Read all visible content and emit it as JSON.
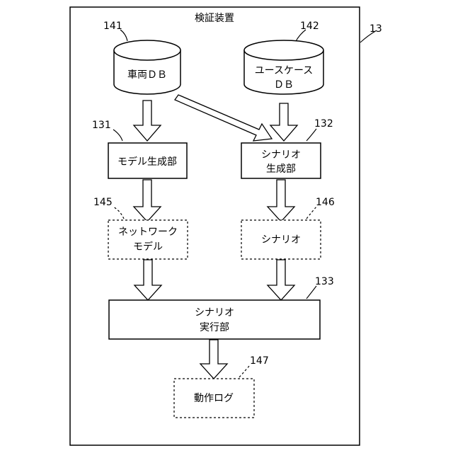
{
  "device": {
    "title": "検証装置",
    "ref": "13"
  },
  "databases": {
    "vehicle_db": {
      "label": "車両ＤＢ",
      "ref": "141"
    },
    "usecase_db": {
      "label_line1": "ユースケース",
      "label_line2": "ＤＢ",
      "ref": "142"
    }
  },
  "blocks": {
    "model_generator": {
      "label": "モデル生成部",
      "ref": "131"
    },
    "scenario_generator": {
      "label_line1": "シナリオ",
      "label_line2": "生成部",
      "ref": "132"
    },
    "network_model": {
      "label_line1": "ネットワーク",
      "label_line2": "モデル",
      "ref": "145"
    },
    "scenario": {
      "label": "シナリオ",
      "ref": "146"
    },
    "scenario_executor": {
      "label_line1": "シナリオ",
      "label_line2": "実行部",
      "ref": "133"
    },
    "operation_log": {
      "label": "動作ログ",
      "ref": "147"
    }
  }
}
